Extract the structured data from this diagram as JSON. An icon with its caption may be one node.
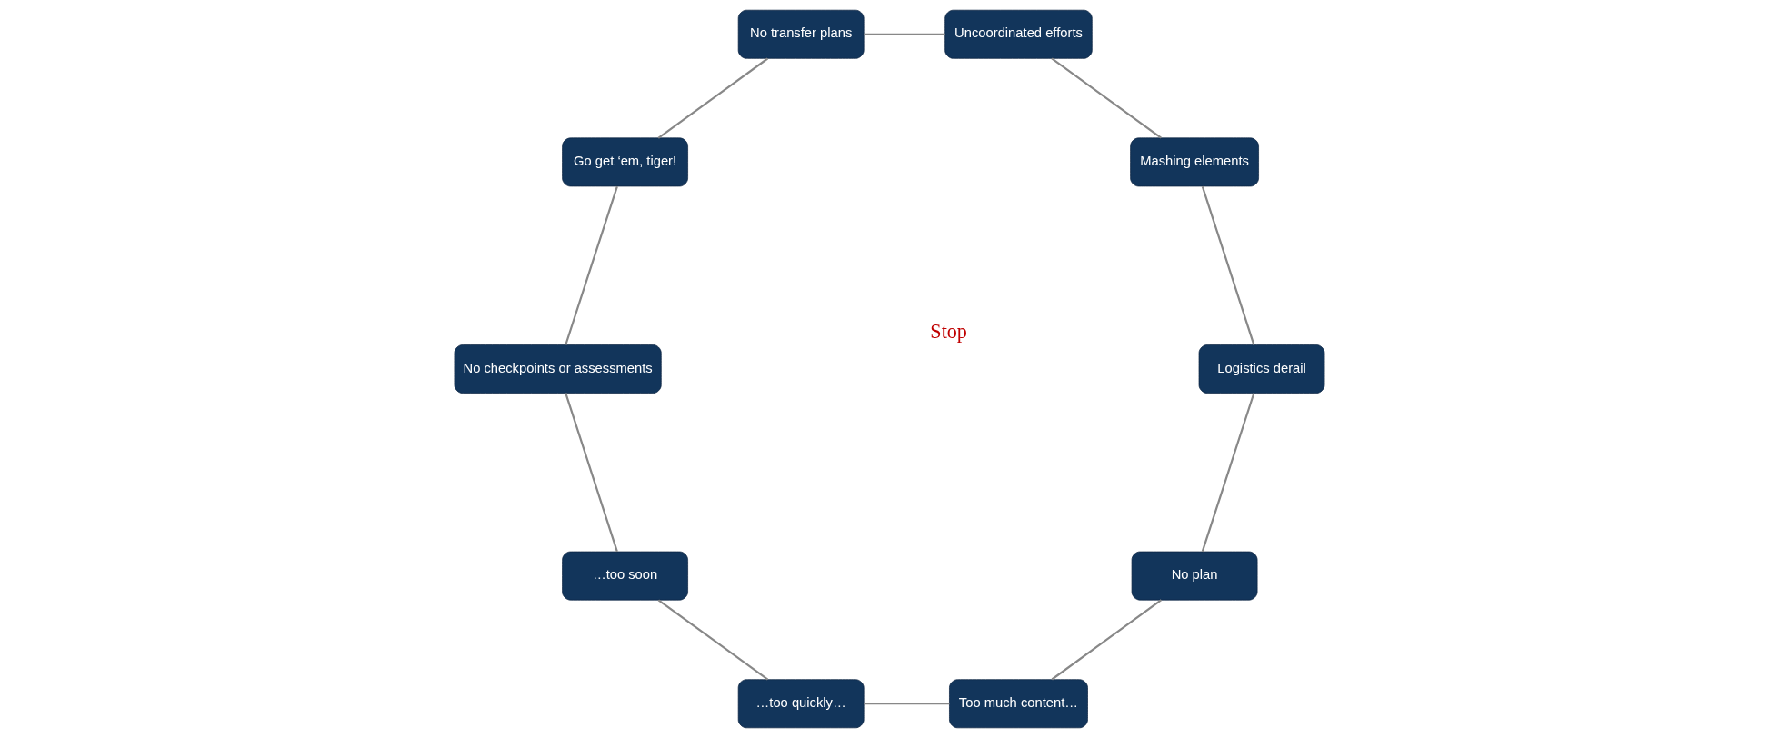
{
  "diagram": {
    "nodes": [
      {
        "text": [
          "No plan"
        ]
      },
      {
        "text": [
          "Too much content…"
        ]
      },
      {
        "text": [
          "…too quickly…"
        ]
      },
      {
        "text": [
          "…too soon"
        ]
      },
      {
        "text": [
          "No checkpoints or assessments"
        ]
      },
      {
        "text": [
          "Go get ‘em, tiger!"
        ]
      },
      {
        "text": [
          "No transfer plans"
        ]
      },
      {
        "text": [
          "Uncoordinated efforts"
        ]
      },
      {
        "text": [
          "Mashing elements"
        ]
      },
      {
        "text": [
          "Logistics derail"
        ]
      }
    ],
    "edges": [
      {
        "from": 0,
        "to": 1,
        "arrow": "none"
      },
      {
        "from": 1,
        "to": 2,
        "arrow": "none"
      },
      {
        "from": 2,
        "to": 3,
        "arrow": "none"
      },
      {
        "from": 3,
        "to": 4,
        "arrow": "none"
      },
      {
        "from": 4,
        "to": 5,
        "arrow": "none"
      },
      {
        "from": 5,
        "to": 6,
        "arrow": "none"
      },
      {
        "from": 6,
        "to": 7,
        "arrow": "none"
      },
      {
        "from": 7,
        "to": 8,
        "arrow": "none"
      },
      {
        "from": 8,
        "to": 9,
        "arrow": "none"
      },
      {
        "from": 9,
        "to": 0,
        "arrow": "none"
      }
    ],
    "labels": [
      "Stop"
    ]
  }
}
